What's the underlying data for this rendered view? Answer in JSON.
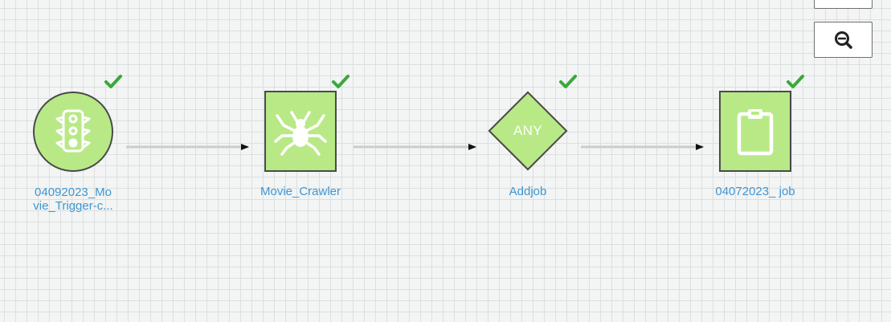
{
  "workflow": {
    "nodes": [
      {
        "id": "trigger",
        "type": "trigger",
        "icon": "traffic-light-icon",
        "label_line1": "04092023_Mo",
        "label_line2": "vie_Trigger-c...",
        "status": "succeeded"
      },
      {
        "id": "crawler",
        "type": "crawler",
        "icon": "spider-icon",
        "label": "Movie_Crawler",
        "status": "succeeded"
      },
      {
        "id": "addjob",
        "type": "condition",
        "icon": "diamond-any",
        "shape_text": "ANY",
        "label": "Addjob",
        "status": "succeeded"
      },
      {
        "id": "job",
        "type": "job",
        "icon": "clipboard-icon",
        "label": "04072023_ job",
        "status": "succeeded"
      }
    ],
    "edges": [
      {
        "from": "trigger",
        "to": "crawler"
      },
      {
        "from": "crawler",
        "to": "addjob"
      },
      {
        "from": "addjob",
        "to": "job"
      }
    ]
  },
  "toolbar": {
    "zoom_in_icon": "zoom-in-icon",
    "zoom_out_icon": "zoom-out-icon"
  },
  "colors": {
    "node_fill": "#b8e986",
    "node_border": "#4a4a4a",
    "label_link": "#3d97d3",
    "status_success": "#3aa83a",
    "edge": "#cccccc",
    "grid_background": "#f3f4f4"
  }
}
